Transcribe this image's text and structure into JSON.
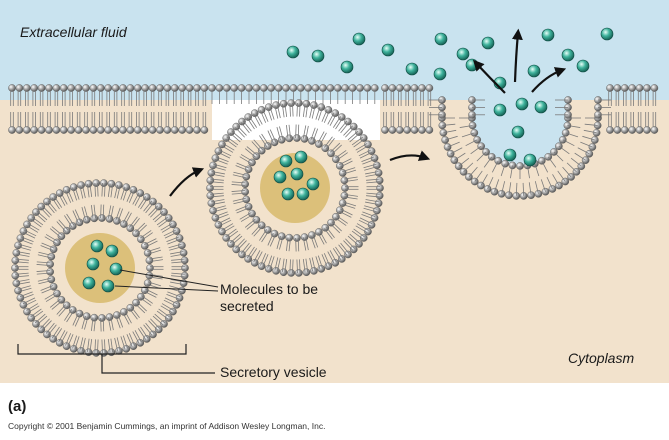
{
  "labels": {
    "extracellular": "Extracellular fluid",
    "cytoplasm": "Cytoplasm",
    "molecules": "Molecules to be secreted",
    "vesicle": "Secretory vesicle",
    "panel": "(a)",
    "copyright": "Copyright © 2001 Benjamin Cummings, an imprint of Addison Wesley Longman, Inc."
  },
  "colors": {
    "extracellular_fluid": "#c9e3ef",
    "cytoplasm": "#f2e2cc",
    "vesicle_lumen": "#dcc07a",
    "phospholipid_head": "#8f8f8f",
    "molecule": "#2a9a86",
    "arrow": "#111111"
  },
  "icons": [
    "phospholipid-bilayer",
    "vesicle",
    "secreted-molecule",
    "curved-arrow"
  ]
}
